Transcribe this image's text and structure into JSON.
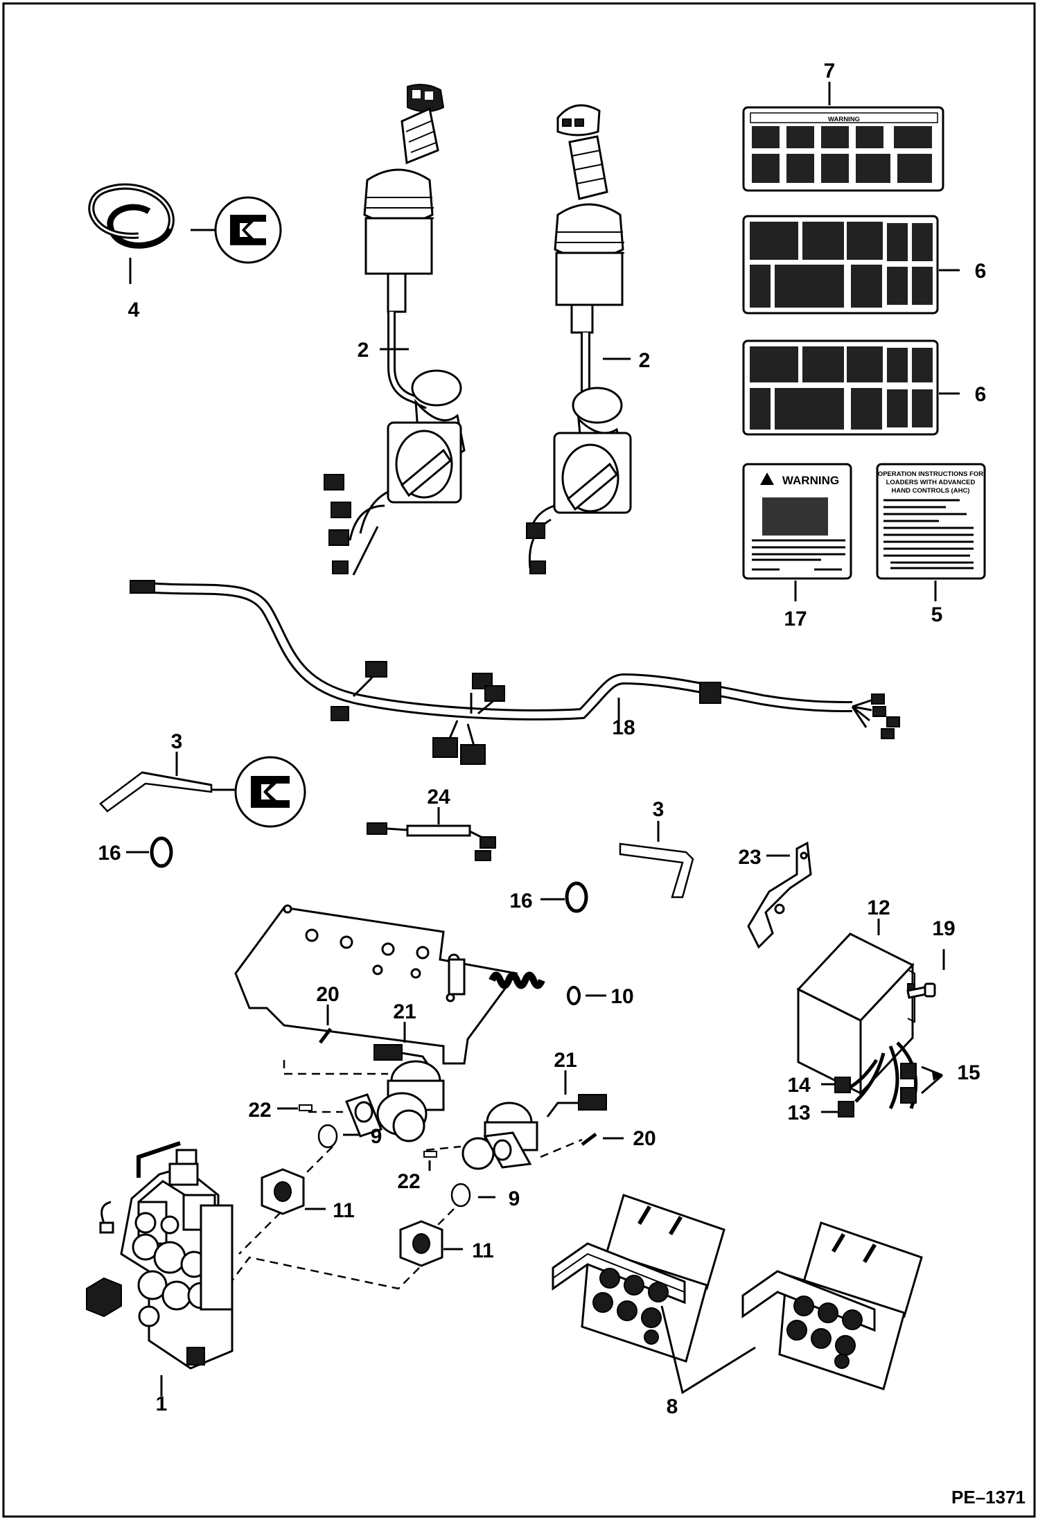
{
  "callouts": [
    "1",
    "2",
    "2",
    "3",
    "3",
    "4",
    "5",
    "6",
    "6",
    "7",
    "8",
    "9",
    "9",
    "10",
    "11",
    "11",
    "12",
    "13",
    "14",
    "15",
    "16",
    "16",
    "17",
    "18",
    "19",
    "20",
    "20",
    "21",
    "21",
    "22",
    "22",
    "23",
    "24"
  ],
  "decals": {
    "warning_label": "WARNING",
    "operation_instructions": [
      "OPERATION INSTRUCTIONS FOR",
      "LOADERS WITH ADVANCED",
      "HAND CONTROLS (AHC)"
    ]
  },
  "figure_ref": "PE–1371"
}
